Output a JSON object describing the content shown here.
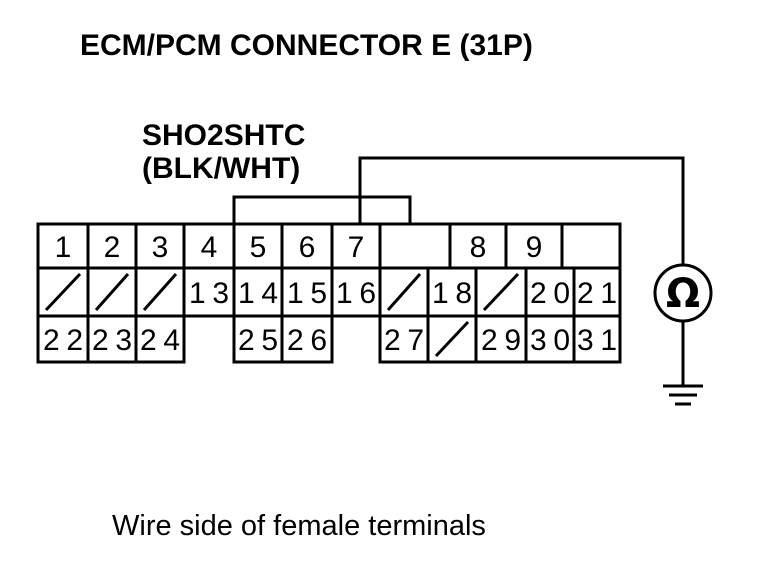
{
  "title": "ECM/PCM CONNECTOR E (31P)",
  "signal": {
    "name": "SHO2SHTC",
    "wire_color": "(BLK/WHT)"
  },
  "meter_symbol": "Ω",
  "caption": "Wire side of female terminals",
  "connector": {
    "row1": [
      {
        "label": "1",
        "type": "pin"
      },
      {
        "label": "2",
        "type": "pin"
      },
      {
        "label": "3",
        "type": "pin"
      },
      {
        "label": "4",
        "type": "pin"
      },
      {
        "label": "5",
        "type": "pin"
      },
      {
        "label": "6",
        "type": "pin",
        "highlight": true
      },
      {
        "label": "7",
        "type": "pin"
      },
      {
        "label": "",
        "type": "gap"
      },
      {
        "label": "8",
        "type": "pin"
      },
      {
        "label": "9",
        "type": "pin"
      }
    ],
    "row2": [
      {
        "label": "",
        "type": "empty"
      },
      {
        "label": "",
        "type": "empty"
      },
      {
        "label": "",
        "type": "empty"
      },
      {
        "label": "13",
        "type": "pin"
      },
      {
        "label": "14",
        "type": "pin"
      },
      {
        "label": "15",
        "type": "pin"
      },
      {
        "label": "16",
        "type": "pin"
      },
      {
        "label": "",
        "type": "empty"
      },
      {
        "label": "18",
        "type": "pin"
      },
      {
        "label": "",
        "type": "empty"
      },
      {
        "label": "20",
        "type": "pin"
      },
      {
        "label": "21",
        "type": "pin"
      }
    ],
    "row3": [
      {
        "label": "22",
        "type": "pin"
      },
      {
        "label": "23",
        "type": "pin"
      },
      {
        "label": "24",
        "type": "pin"
      },
      {
        "label": "",
        "type": "gap"
      },
      {
        "label": "25",
        "type": "pin"
      },
      {
        "label": "26",
        "type": "pin"
      },
      {
        "label": "",
        "type": "gap"
      },
      {
        "label": "27",
        "type": "pin"
      },
      {
        "label": "",
        "type": "empty"
      },
      {
        "label": "29",
        "type": "pin"
      },
      {
        "label": "30",
        "type": "pin"
      },
      {
        "label": "31",
        "type": "pin"
      }
    ]
  }
}
